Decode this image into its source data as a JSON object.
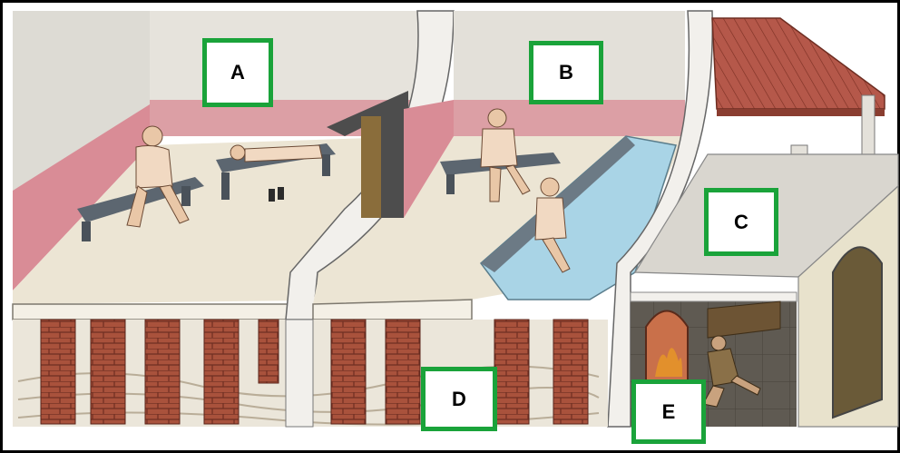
{
  "labels": {
    "a": "A",
    "b": "B",
    "c": "C",
    "d": "D",
    "e": "E"
  },
  "colors": {
    "label_border": "#1aa33a",
    "frame_border": "#000000",
    "brick": "#a9523c",
    "pink_wall": "#d98c96",
    "floor": "#ece5d4",
    "water": "#a9d4e6",
    "roof_tile": "#b5584a",
    "fire": "#e2902c"
  }
}
